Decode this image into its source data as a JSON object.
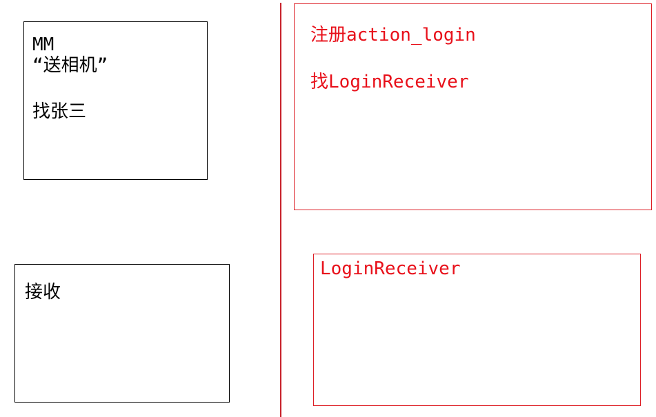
{
  "colors": {
    "black_border": "#000000",
    "red_border": "#dd1f26",
    "red_text": "#e8101a",
    "divider": "#c7212b"
  },
  "left_top_box": {
    "lines": [
      "MM",
      "“送相机”",
      "找张三"
    ]
  },
  "left_bottom_box": {
    "lines": [
      "接收"
    ]
  },
  "right_top_box": {
    "lines": [
      "注册action_login",
      "找LoginReceiver"
    ]
  },
  "right_bottom_box": {
    "lines": [
      "LoginReceiver"
    ]
  }
}
